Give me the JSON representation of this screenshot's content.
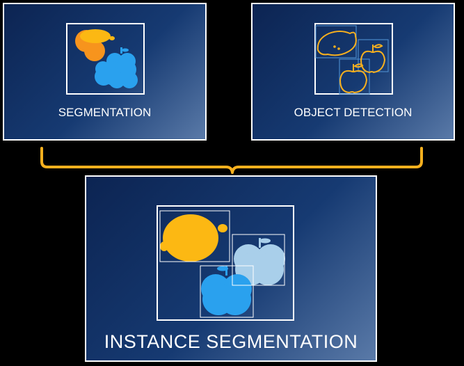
{
  "panels": {
    "segmentation": {
      "label": "SEGMENTATION"
    },
    "object_detection": {
      "label": "OBJECT DETECTION"
    },
    "instance_segmentation": {
      "label": "INSTANCE SEGMENTATION"
    }
  },
  "icons": [
    "lemon-icon",
    "orange-icon",
    "apple-icon"
  ],
  "colors": {
    "panel_dark": "#0c2452",
    "panel_light": "#5a7aa8",
    "bracket": "#f7b01e",
    "lemon": "#fcb813",
    "orange": "#f7941d",
    "apple_blue": "#2aa1ee",
    "apple_light": "#a9cfea",
    "outline": "#ffffff"
  }
}
